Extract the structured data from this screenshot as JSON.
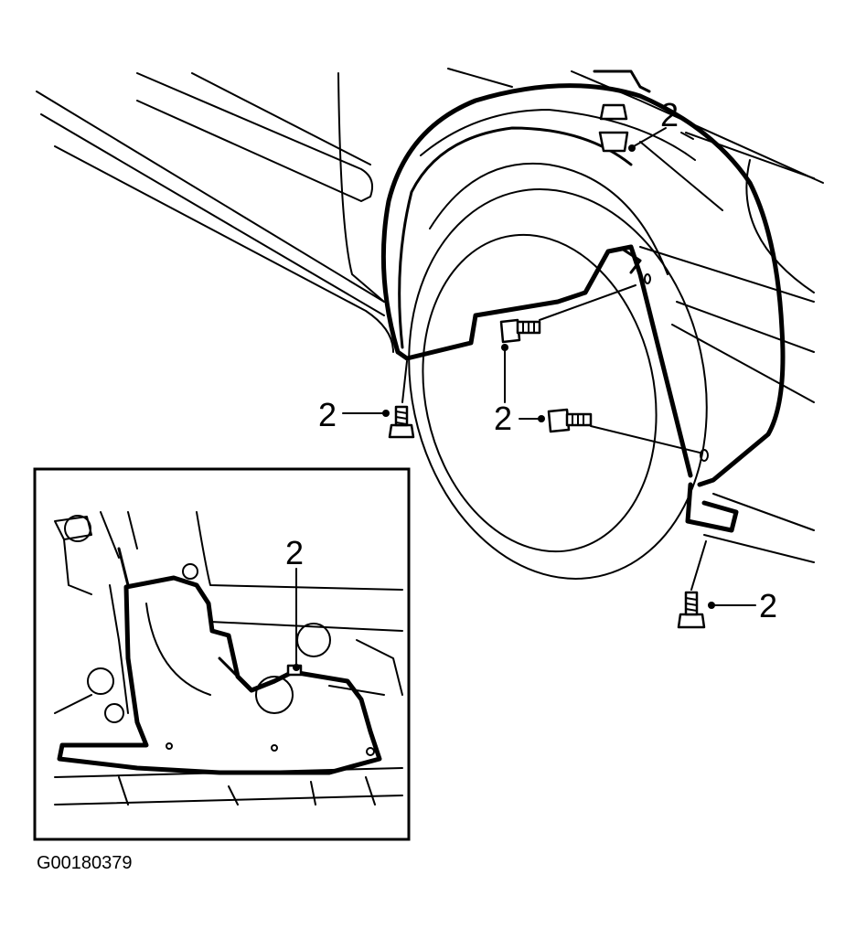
{
  "figure_id": "G00180379",
  "callouts": {
    "top_right": "2",
    "left_fastener": "2",
    "center_upper": "2",
    "center_lower": "2",
    "bottom_right": "2",
    "inset": "2"
  },
  "colors": {
    "ink": "#000000",
    "paper": "#ffffff"
  }
}
